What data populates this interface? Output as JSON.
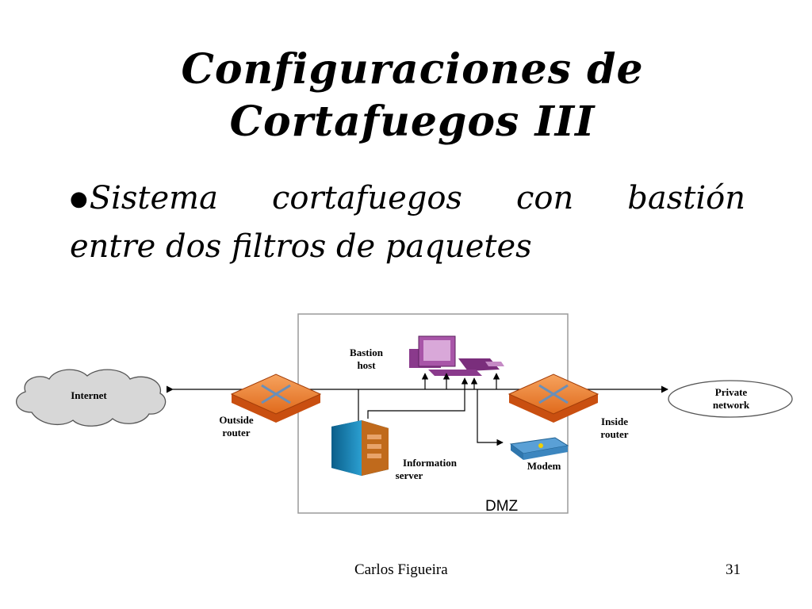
{
  "title": {
    "line1": "Configuraciones de",
    "line2": "Cortafuegos III"
  },
  "bullet": {
    "words": [
      "Sistema",
      "cortafuegos",
      "con",
      "bastión"
    ],
    "line2": "entre dos filtros de paquetes"
  },
  "diagram": {
    "internet": "Internet",
    "outside_router": [
      "Outside",
      "router"
    ],
    "bastion_host": [
      "Bastion",
      "host"
    ],
    "information_server": [
      "Information",
      "server"
    ],
    "modem": "Modem",
    "inside_router": [
      "Inside",
      "router"
    ],
    "private_network": [
      "Private",
      "network"
    ],
    "dmz": "DMZ"
  },
  "footer": {
    "author": "Carlos Figueira",
    "page": "31"
  }
}
